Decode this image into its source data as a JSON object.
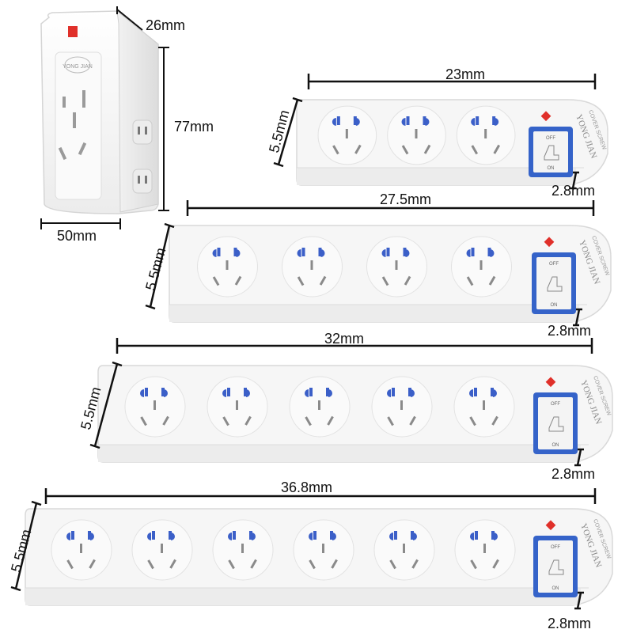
{
  "adapter": {
    "width_label": "50mm",
    "height_label": "77mm",
    "depth_label": "26mm",
    "logo_text": "YONG JIAN"
  },
  "strips": [
    {
      "length_label": "23mm",
      "height_label": "5.5mm",
      "thickness_label": "2.8mm",
      "sockets": 3,
      "brand": "YONG JIAN",
      "cover_text": "COVER SCREW",
      "switch_off": "OFF",
      "switch_on": "ON"
    },
    {
      "length_label": "27.5mm",
      "height_label": "5.5mm",
      "thickness_label": "2.8mm",
      "sockets": 4,
      "brand": "YONG JIAN",
      "cover_text": "COVER SCREW",
      "switch_off": "OFF",
      "switch_on": "ON"
    },
    {
      "length_label": "32mm",
      "height_label": "5.5mm",
      "thickness_label": "2.8mm",
      "sockets": 5,
      "brand": "YONG JIAN",
      "cover_text": "COVER SCREW",
      "switch_off": "OFF",
      "switch_on": "ON"
    },
    {
      "length_label": "36.8mm",
      "height_label": "5.5mm",
      "thickness_label": "2.8mm",
      "sockets": 6,
      "brand": "YONG JIAN",
      "cover_text": "COVER SCREW",
      "switch_off": "OFF",
      "switch_on": "ON"
    }
  ],
  "colors": {
    "body": "#f7f7f7",
    "outline": "#d9d9d9",
    "socket_blue": "#3b5fc8",
    "switch_blue": "#3563c9",
    "indicator_red": "#e0302a",
    "dimension": "#111111"
  }
}
